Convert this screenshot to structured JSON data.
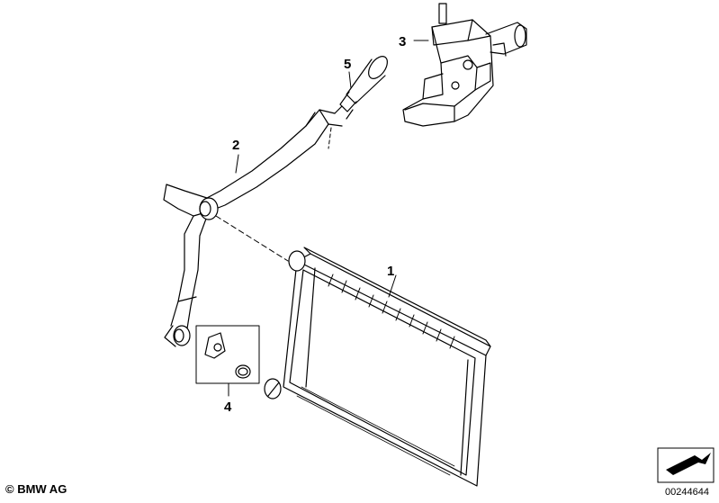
{
  "callouts": [
    {
      "id": "1",
      "label": "1"
    },
    {
      "id": "2",
      "label": "2"
    },
    {
      "id": "3",
      "label": "3"
    },
    {
      "id": "4",
      "label": "4"
    },
    {
      "id": "5",
      "label": "5"
    }
  ],
  "footer": {
    "copyright": "© BMW AG",
    "doc_number": "00244644"
  },
  "icons": {
    "nav_arrow": "forward-arrow-icon"
  }
}
